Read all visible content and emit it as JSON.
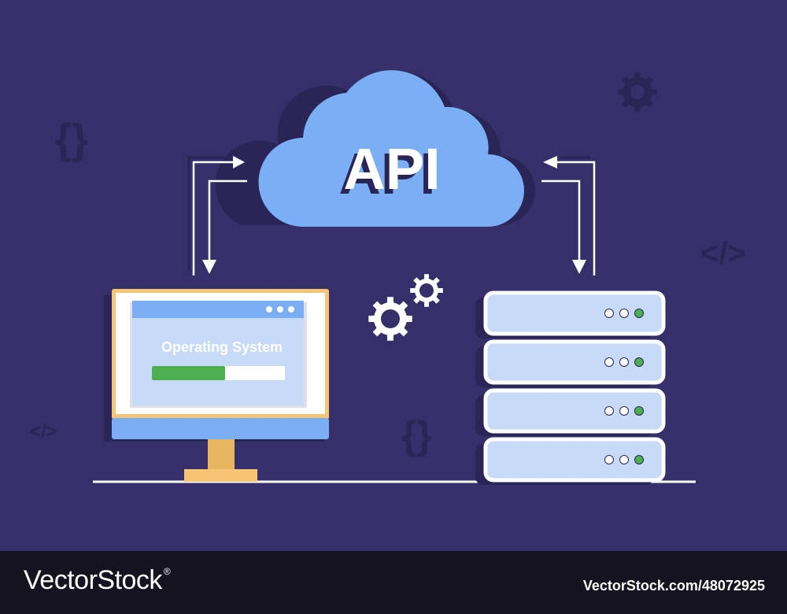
{
  "cloud": {
    "label": "API"
  },
  "monitor": {
    "screen_title": "Operating System",
    "progress": 0.55
  },
  "server": {
    "units": 4,
    "status_leds": [
      "off",
      "off",
      "on"
    ]
  },
  "decor": {
    "symbols": [
      "{}",
      "</>",
      "</>",
      "{}"
    ]
  },
  "watermark": {
    "brand": "VectorStock",
    "trademark": "®",
    "image_id": "VectorStock.com/48072925"
  },
  "colors": {
    "background": "#35306a",
    "cloud": "#7aaef5",
    "monitor_frame": "#f5c475",
    "progress": "#4caf50",
    "server_unit": "#c7daf8",
    "footer": "#14131f"
  }
}
